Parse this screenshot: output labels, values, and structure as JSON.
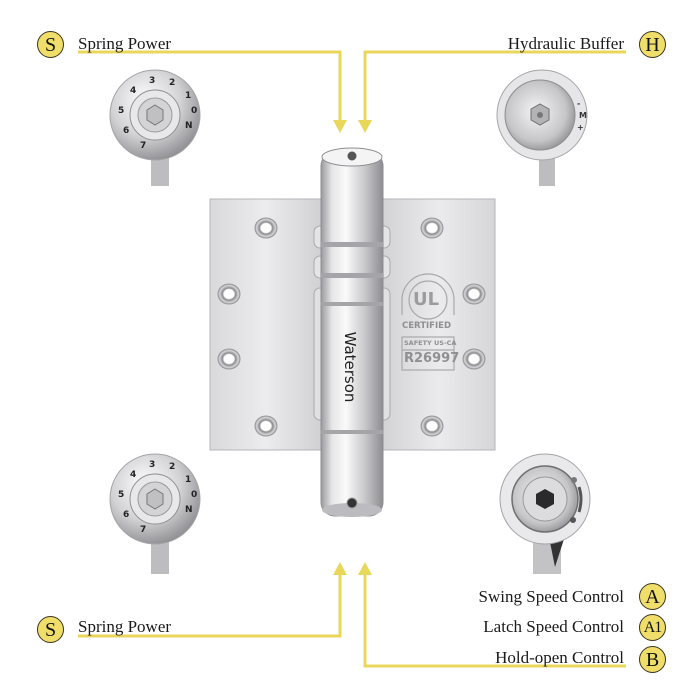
{
  "diagram": {
    "type": "product-feature-callout",
    "product": {
      "name": "Self-closing hydraulic spring hinge",
      "brand_mark": "Waterson",
      "certification": {
        "logo": "UL",
        "line1": "CERTIFIED",
        "line2": "SAFETY US-CA",
        "line3": "R26997"
      }
    },
    "accent_color": "#e8d75a",
    "badge_fill": "#f0de6a",
    "callouts": {
      "top_left": {
        "badge": "S",
        "label": "Spring Power",
        "target": "top barrel adjuster"
      },
      "top_right": {
        "badge": "H",
        "label": "Hydraulic Buffer",
        "target": "top barrel adjuster"
      },
      "bottom_left": {
        "badge": "S",
        "label": "Spring Power",
        "target": "bottom barrel adjuster"
      },
      "bottom_right": [
        {
          "badge": "A",
          "label": "Swing Speed Control"
        },
        {
          "badge": "A1",
          "label": "Latch Speed Control"
        },
        {
          "badge": "B",
          "label": "Hold-open Control"
        }
      ]
    },
    "dials": {
      "spring_dial_numbers": [
        "0",
        "1",
        "2",
        "3",
        "4",
        "5",
        "6",
        "7",
        "N"
      ],
      "hydraulic_dial_marks": [
        "-",
        "M",
        "+"
      ]
    }
  }
}
